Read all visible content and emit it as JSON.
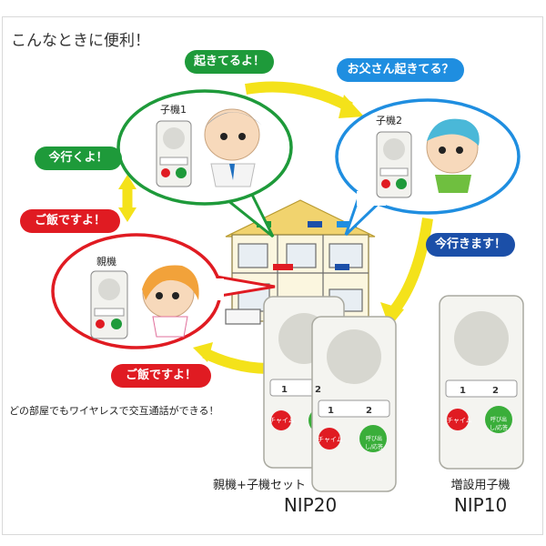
{
  "header": {
    "title": "こんなときに便利！"
  },
  "bubbles": {
    "okiteru": "起きてるよ！",
    "otousan": "お父さん起きてる？",
    "ikuyo": "今行くよ！",
    "gohan_left": "ご飯ですよ！",
    "ikimasu": "今行きます！",
    "gohan_bottom": "ご飯ですよ！"
  },
  "roles": {
    "koki1": "子機1",
    "koki2": "子機2",
    "oyaki": "親機"
  },
  "caption": "どの部屋でもワイヤレスで交互通話ができる！",
  "device": {
    "chime": "チャイム",
    "call": "呼び出し/応答",
    "btn1": "1",
    "btn2": "2"
  },
  "products": {
    "set_label": "親機+子機セット",
    "set_model": "NIP20",
    "extra_label": "増設用子機",
    "extra_model": "NIP10"
  },
  "colors": {
    "green": "#1e9a3a",
    "blue": "#1f8ee0",
    "red": "#e01b22",
    "yellow": "#f4e21a",
    "navy": "#1b4fa8"
  }
}
